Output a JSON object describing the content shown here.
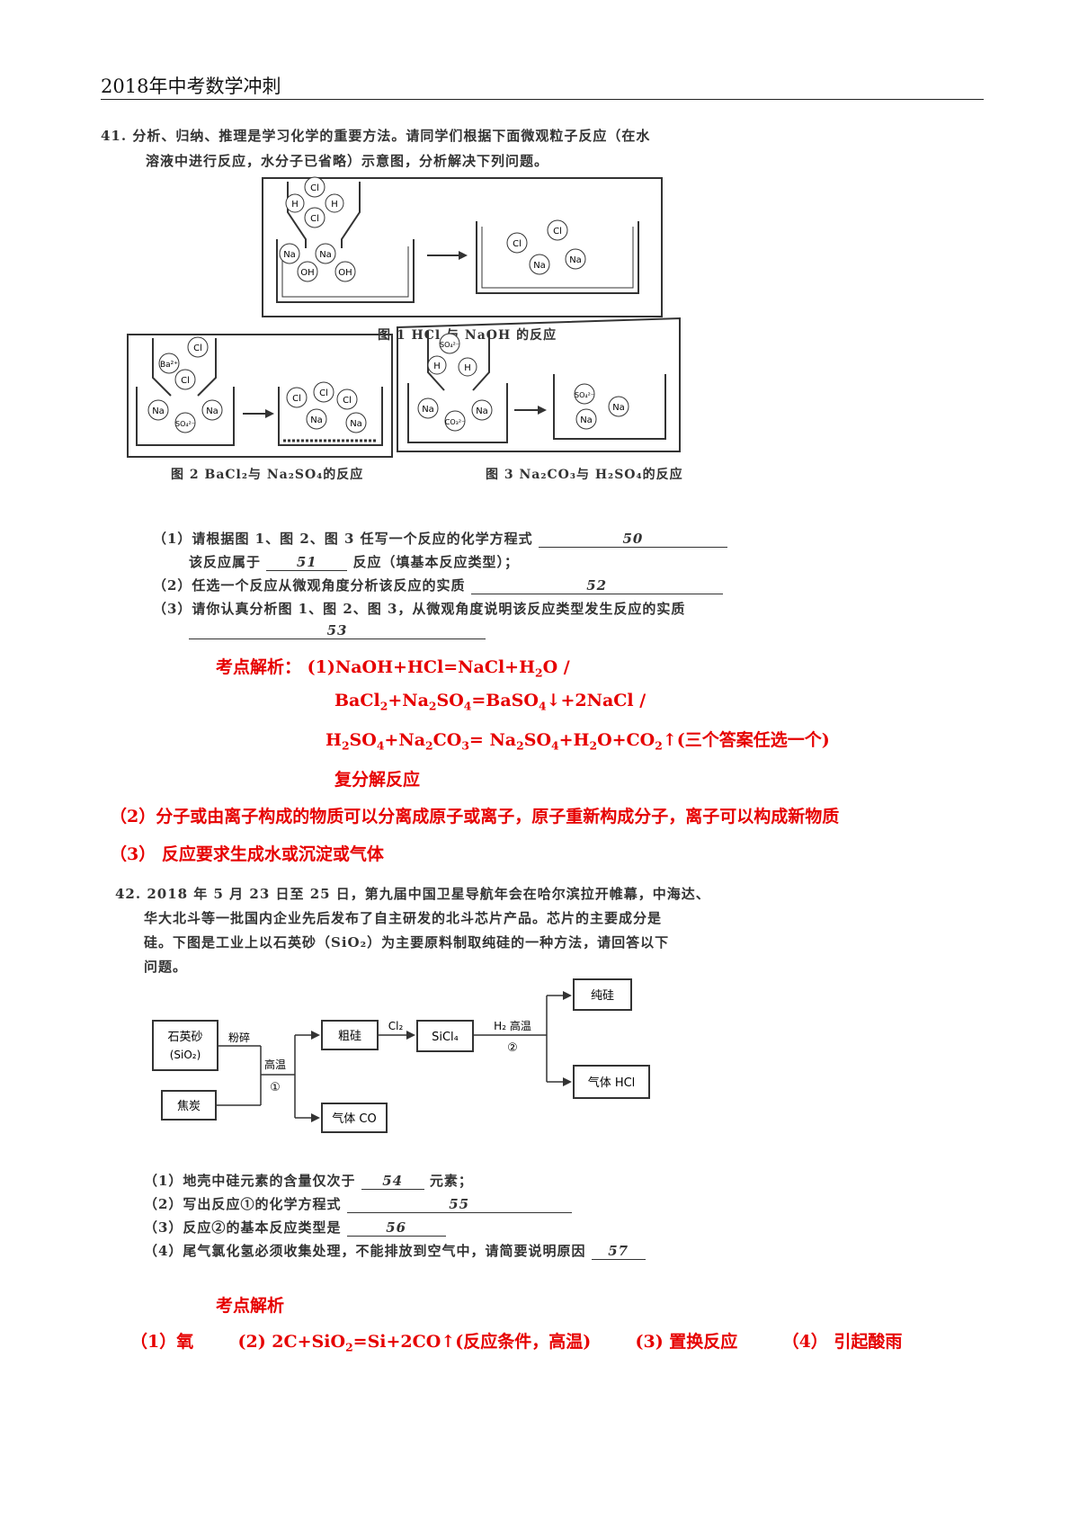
{
  "header": {
    "title": "2018年中考数学冲刺"
  },
  "q41": {
    "stem_line1": "41. 分析、归纳、推理是学习化学的重要方法。请同学们根据下面微观粒子反应（在水",
    "stem_line2": "溶液中进行反应，水分子已省略）示意图，分析解决下列问题。",
    "fig1_caption": "图 1 HCl 与 NaOH 的反应",
    "fig2_caption": "图 2 BaCl₂与 Na₂SO₄的反应",
    "fig3_caption": "图 3 Na₂CO₃与 H₂SO₄的反应",
    "ions": {
      "cl": "Cl",
      "h": "H",
      "na": "Na",
      "oh": "OH",
      "ba": "Ba²⁺",
      "so4": "SO₄²⁻",
      "co3": "CO₃²⁻"
    },
    "sub1_line1": "（1）请根据图 1、图 2、图 3 任写一个反应的化学方程式",
    "blank50": "50",
    "sub1_line2a": "该反应属于",
    "blank51": "51",
    "sub1_line2b": "反应（填基本反应类型）；",
    "sub2": "（2）任选一个反应从微观角度分析该反应的实质",
    "blank52": "52",
    "sub3": "（3）请你认真分析图 1、图 2、图 3，从微观角度说明该反应类型发生反应的实质",
    "blank53": "53"
  },
  "ans41": {
    "label": "考点解析：",
    "p1_prefix": "(1)",
    "eq1": [
      "NaOH+HCl=NaCl+H",
      "2",
      "O  /"
    ],
    "eq2": [
      "BaCl",
      "2",
      "+Na",
      "2",
      "SO",
      "4",
      "=BaSO",
      "4",
      "↓+2NaCl     /"
    ],
    "eq3": [
      "H",
      "2",
      "SO",
      "4",
      "+Na",
      "2",
      "CO",
      "3",
      "= Na",
      "2",
      "SO",
      "4",
      "+H",
      "2",
      "O+CO",
      "2",
      "↑(三个答案任选一个)"
    ],
    "type": "复分解反应",
    "p2": "（2）分子或由离子构成的物质可以分离成原子或离子，原子重新构成分子，离子可以构成新物质",
    "p3": "（3） 反应要求生成水或沉淀或气体"
  },
  "q42": {
    "stem_line1": "42. 2018 年 5 月 23 日至 25 日，第九届中国卫星导航年会在哈尔滨拉开帷幕，中海达、",
    "stem_line2": "华大北斗等一批国内企业先后发布了自主研发的北斗芯片产品。芯片的主要成分是",
    "stem_line3": "硅。下图是工业上以石英砂（SiO₂）为主要原料制取纯硅的一种方法，请回答以下",
    "stem_line4": "问题。",
    "flow": {
      "quartz": "石英砂",
      "quartz2": "(SiO₂)",
      "coke": "焦炭",
      "crush": "粉碎",
      "hightemp": "高温",
      "circ1": "①",
      "crude_si": "粗硅",
      "cl2": "Cl₂",
      "sicl4": "SiCl₄",
      "h2_hightemp": "H₂ 高温",
      "circ2": "②",
      "pure_si": "纯硅",
      "gas_hcl": "气体 HCl",
      "gas_co": "气体 CO"
    },
    "sub1a": "（1）地壳中硅元素的含量仅次于",
    "blank54": "54",
    "sub1b": "元素；",
    "sub2": "（2）写出反应①的化学方程式",
    "blank55": "55",
    "sub3": "（3）反应②的基本反应类型是",
    "blank56": "56",
    "sub4": "（4）尾气氯化氢必须收集处理，不能排放到空气中，请简要说明原因",
    "blank57": "57"
  },
  "ans42": {
    "label": "考点解析",
    "a1": "（1）氧",
    "a2_parts": [
      "(2) 2C+SiO",
      "2",
      "=Si+2CO↑(反应条件，高温)"
    ],
    "a3": "(3) 置换反应",
    "a4": "（4） 引起酸雨"
  }
}
